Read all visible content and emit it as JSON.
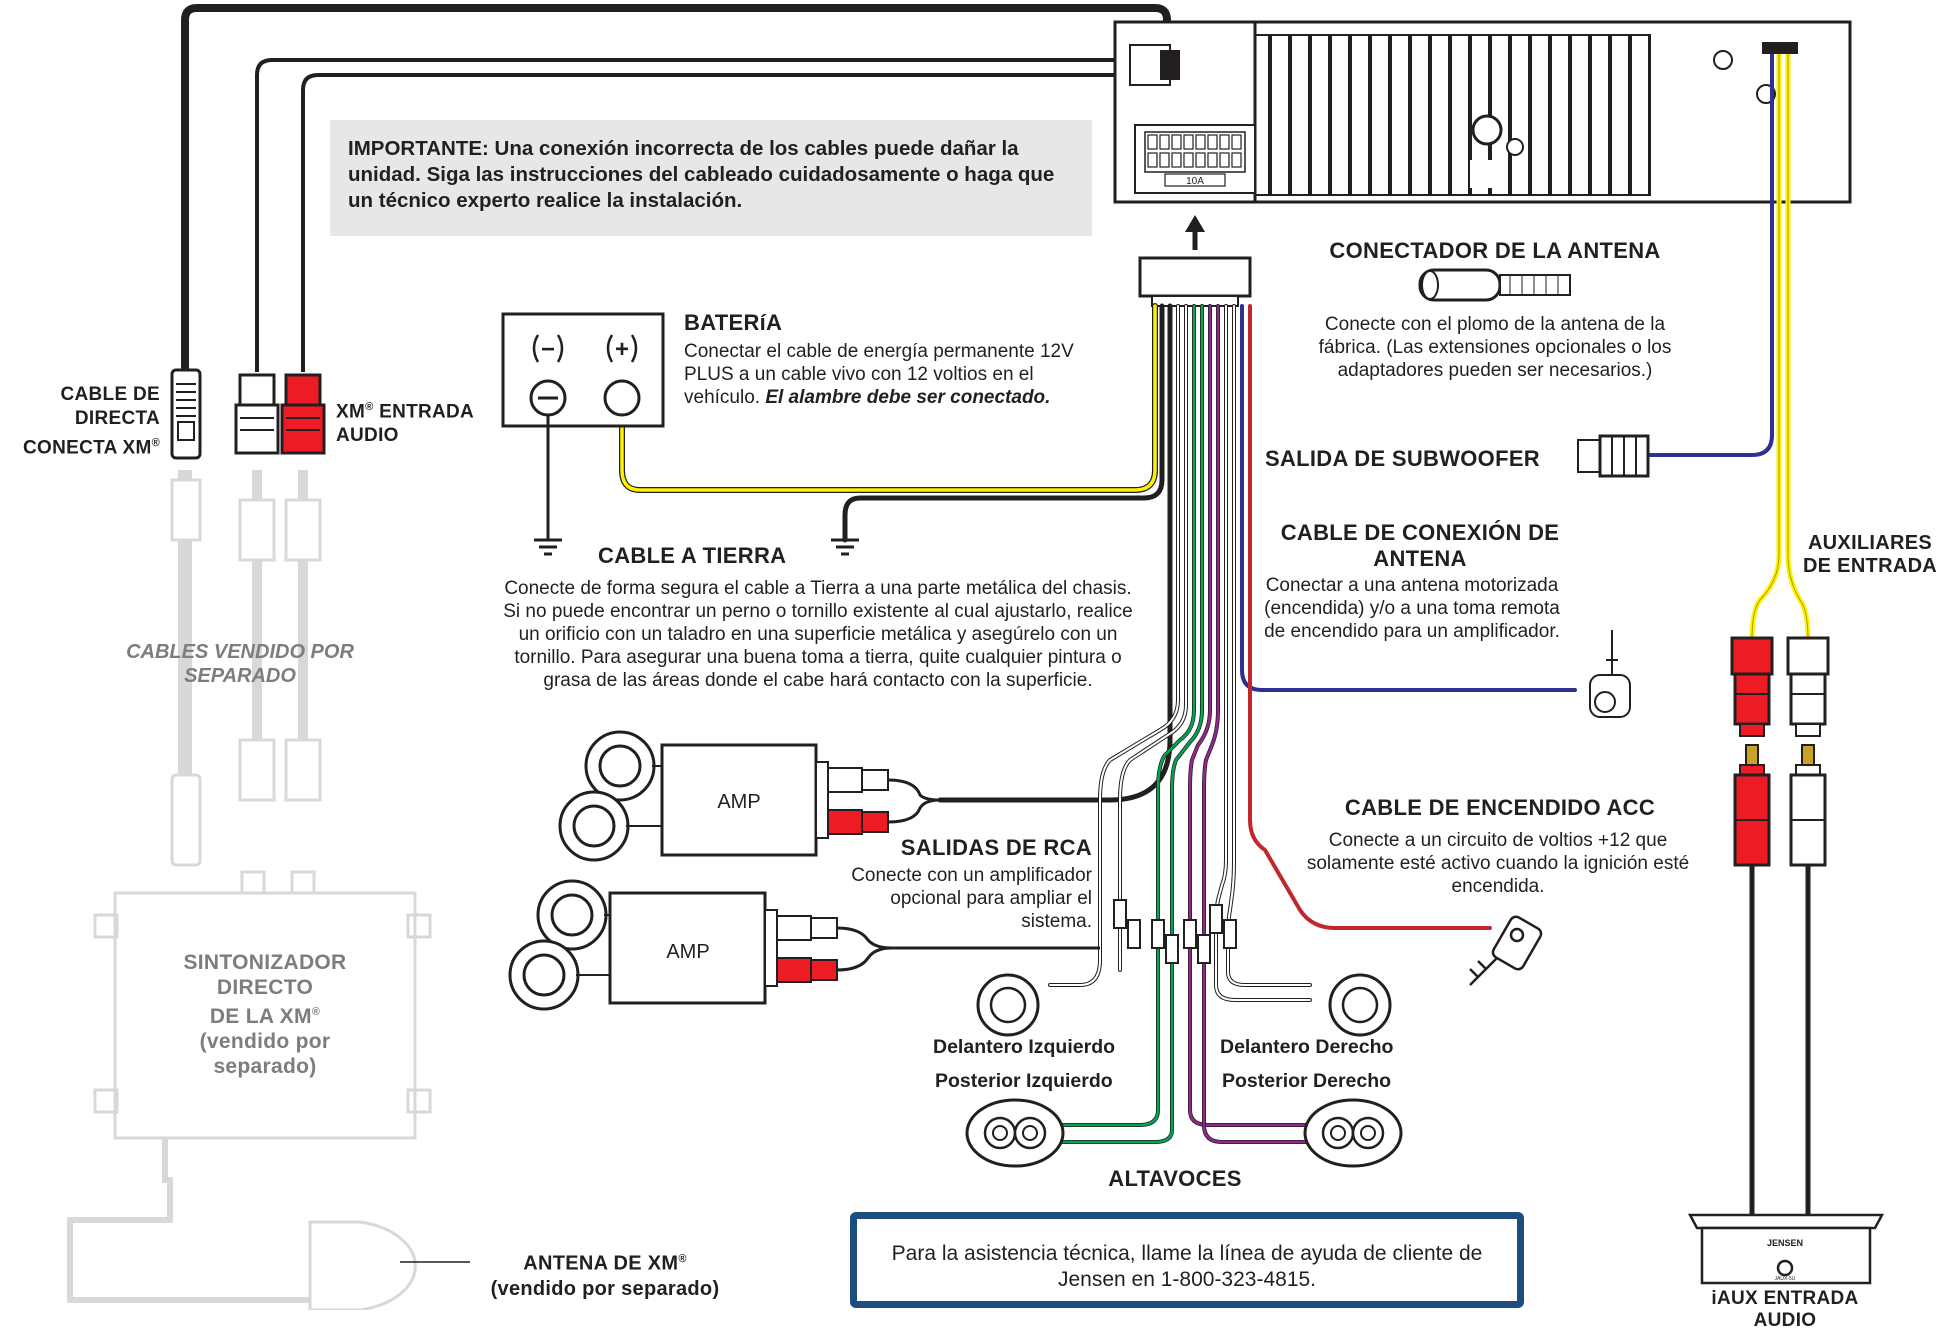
{
  "important": "IMPORTANTE: Una conexión incorrecta de los cables puede dañar la unidad. Siga las instrucciones del cableado cuidadosamente o haga que un técnico experto realice la instalación.",
  "connector_fuse": "10A",
  "antenna_connector": {
    "title": "CONECTADOR DE LA ANTENA",
    "text": "Conecte con el plomo de la antena de la fábrica. (Las extensiones opcionales o los adaptadores pueden ser necesarios.)"
  },
  "battery": {
    "title": "BATERíA",
    "text": "Conectar el cable de energía permanente 12V PLUS a un cable vivo con 12 voltios en el vehículo.",
    "text_emph": "El alambre debe ser conectado.",
    "minus": "−",
    "plus": "+"
  },
  "ground": {
    "title": "CABLE A TIERRA",
    "text": "Conecte de forma segura el cable a Tierra a una parte metálica del chasis. Si no puede encontrar un perno o tornillo existente al cual ajustarlo, realice un orificio con un taladro en una superficie metálica y asegúrelo con un tornillo. Para asegurar una buena toma a tierra, quite cualquier pintura o grasa de las áreas donde el cabe hará contacto con la superficie."
  },
  "subwoofer": "SALIDA DE SUBWOOFER",
  "power_antenna": {
    "title": "CABLE DE CONEXIÓN DE ANTENA",
    "text": "Conectar a una antena motorizada (encendida) y/o a una toma remota de encendido para un amplificador."
  },
  "aux_in": "AUXILIARES DE ENTRADA",
  "acc": {
    "title": "CABLE DE ENCENDIDO ACC",
    "text": "Conecte a un circuito de voltios +12 que solamente esté activo cuando la ignición esté encendida."
  },
  "rca": {
    "title": "SALIDAS DE RCA",
    "text": "Conecte con un amplificador opcional para ampliar el sistema."
  },
  "amp_label": "AMP",
  "speakers": {
    "front_left": "Delantero Izquierdo",
    "front_right": "Delantero Derecho",
    "rear_left": "Posterior Izquierdo",
    "rear_right": "Posterior Derecho",
    "title": "ALTAVOCES"
  },
  "xm_direct": {
    "line1": "CABLE DE",
    "line2": "DIRECTA",
    "line3": "CONECTA XM",
    "reg": "®"
  },
  "xm_audio": {
    "line1": "XM",
    "reg": "®",
    "line1b": " ENTRADA",
    "line2": "AUDIO"
  },
  "cables_sold": "CABLES VENDIDO POR SEPARADO",
  "tuner": {
    "line1": "SINTONIZADOR",
    "line2": "DIRECTO",
    "line3": "DE LA XM",
    "reg": "®",
    "line4": "(vendido por",
    "line5": "separado)"
  },
  "xm_antenna": {
    "line1": "ANTENA DE XM",
    "reg": "®",
    "line2": "(vendido por separado)"
  },
  "help": "Para la asistencia técnica, llame la línea de ayuda de cliente de Jensen en 1-800-323-4815.",
  "iaux": {
    "title": "iAUX ENTRADA AUDIO",
    "brand": "JENSEN",
    "model": "JAUX-5U"
  },
  "colors": {
    "black": "#231f20",
    "red": "#ed1c24",
    "dark_red": "#c1272d",
    "yellow": "#fff200",
    "blue": "#2e3192",
    "green": "#00a651",
    "purple": "#92278f",
    "grey_box": "#e6e7e8",
    "help_border": "#1c4f7f"
  }
}
